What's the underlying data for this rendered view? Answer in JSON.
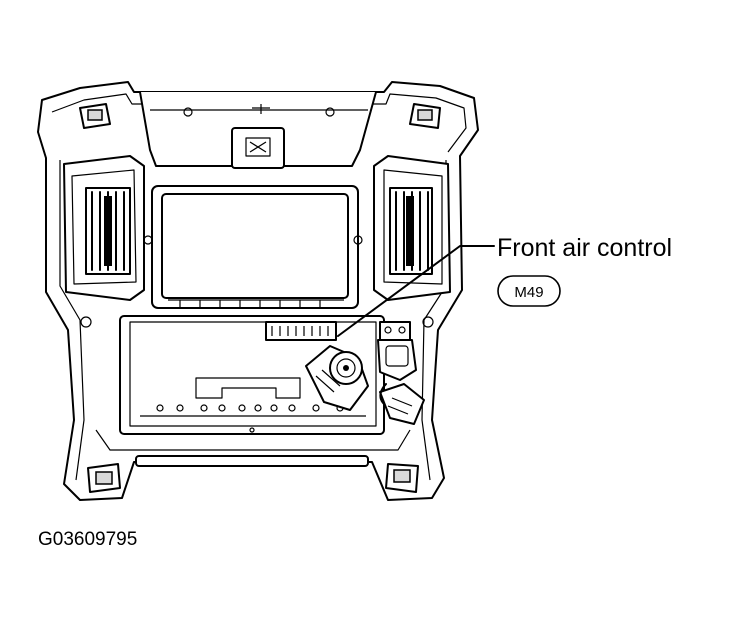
{
  "callout": {
    "component_label": "Front air control",
    "connector_code": "M49"
  },
  "figure_id": "G03609795"
}
